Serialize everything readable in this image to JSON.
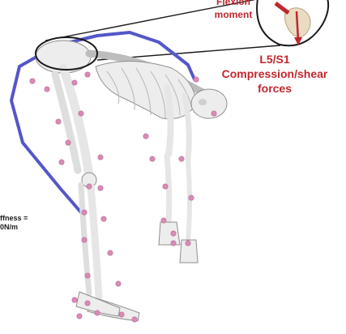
{
  "labels": {
    "flexion_line1": "Flexion",
    "flexion_line2": "moment",
    "l5s1_line1": "L5/S1",
    "l5s1_line2": "Compression/shear",
    "l5s1_line3": "forces",
    "stiffness_line1": "ffness =",
    "stiffness_line2": "0N/m"
  },
  "colors": {
    "label_red": "#c0272d",
    "spring_blue": "#5457c8",
    "marker_pink": "#d98bb5",
    "bone": "#ededed",
    "outline": "#1a1a1a"
  }
}
